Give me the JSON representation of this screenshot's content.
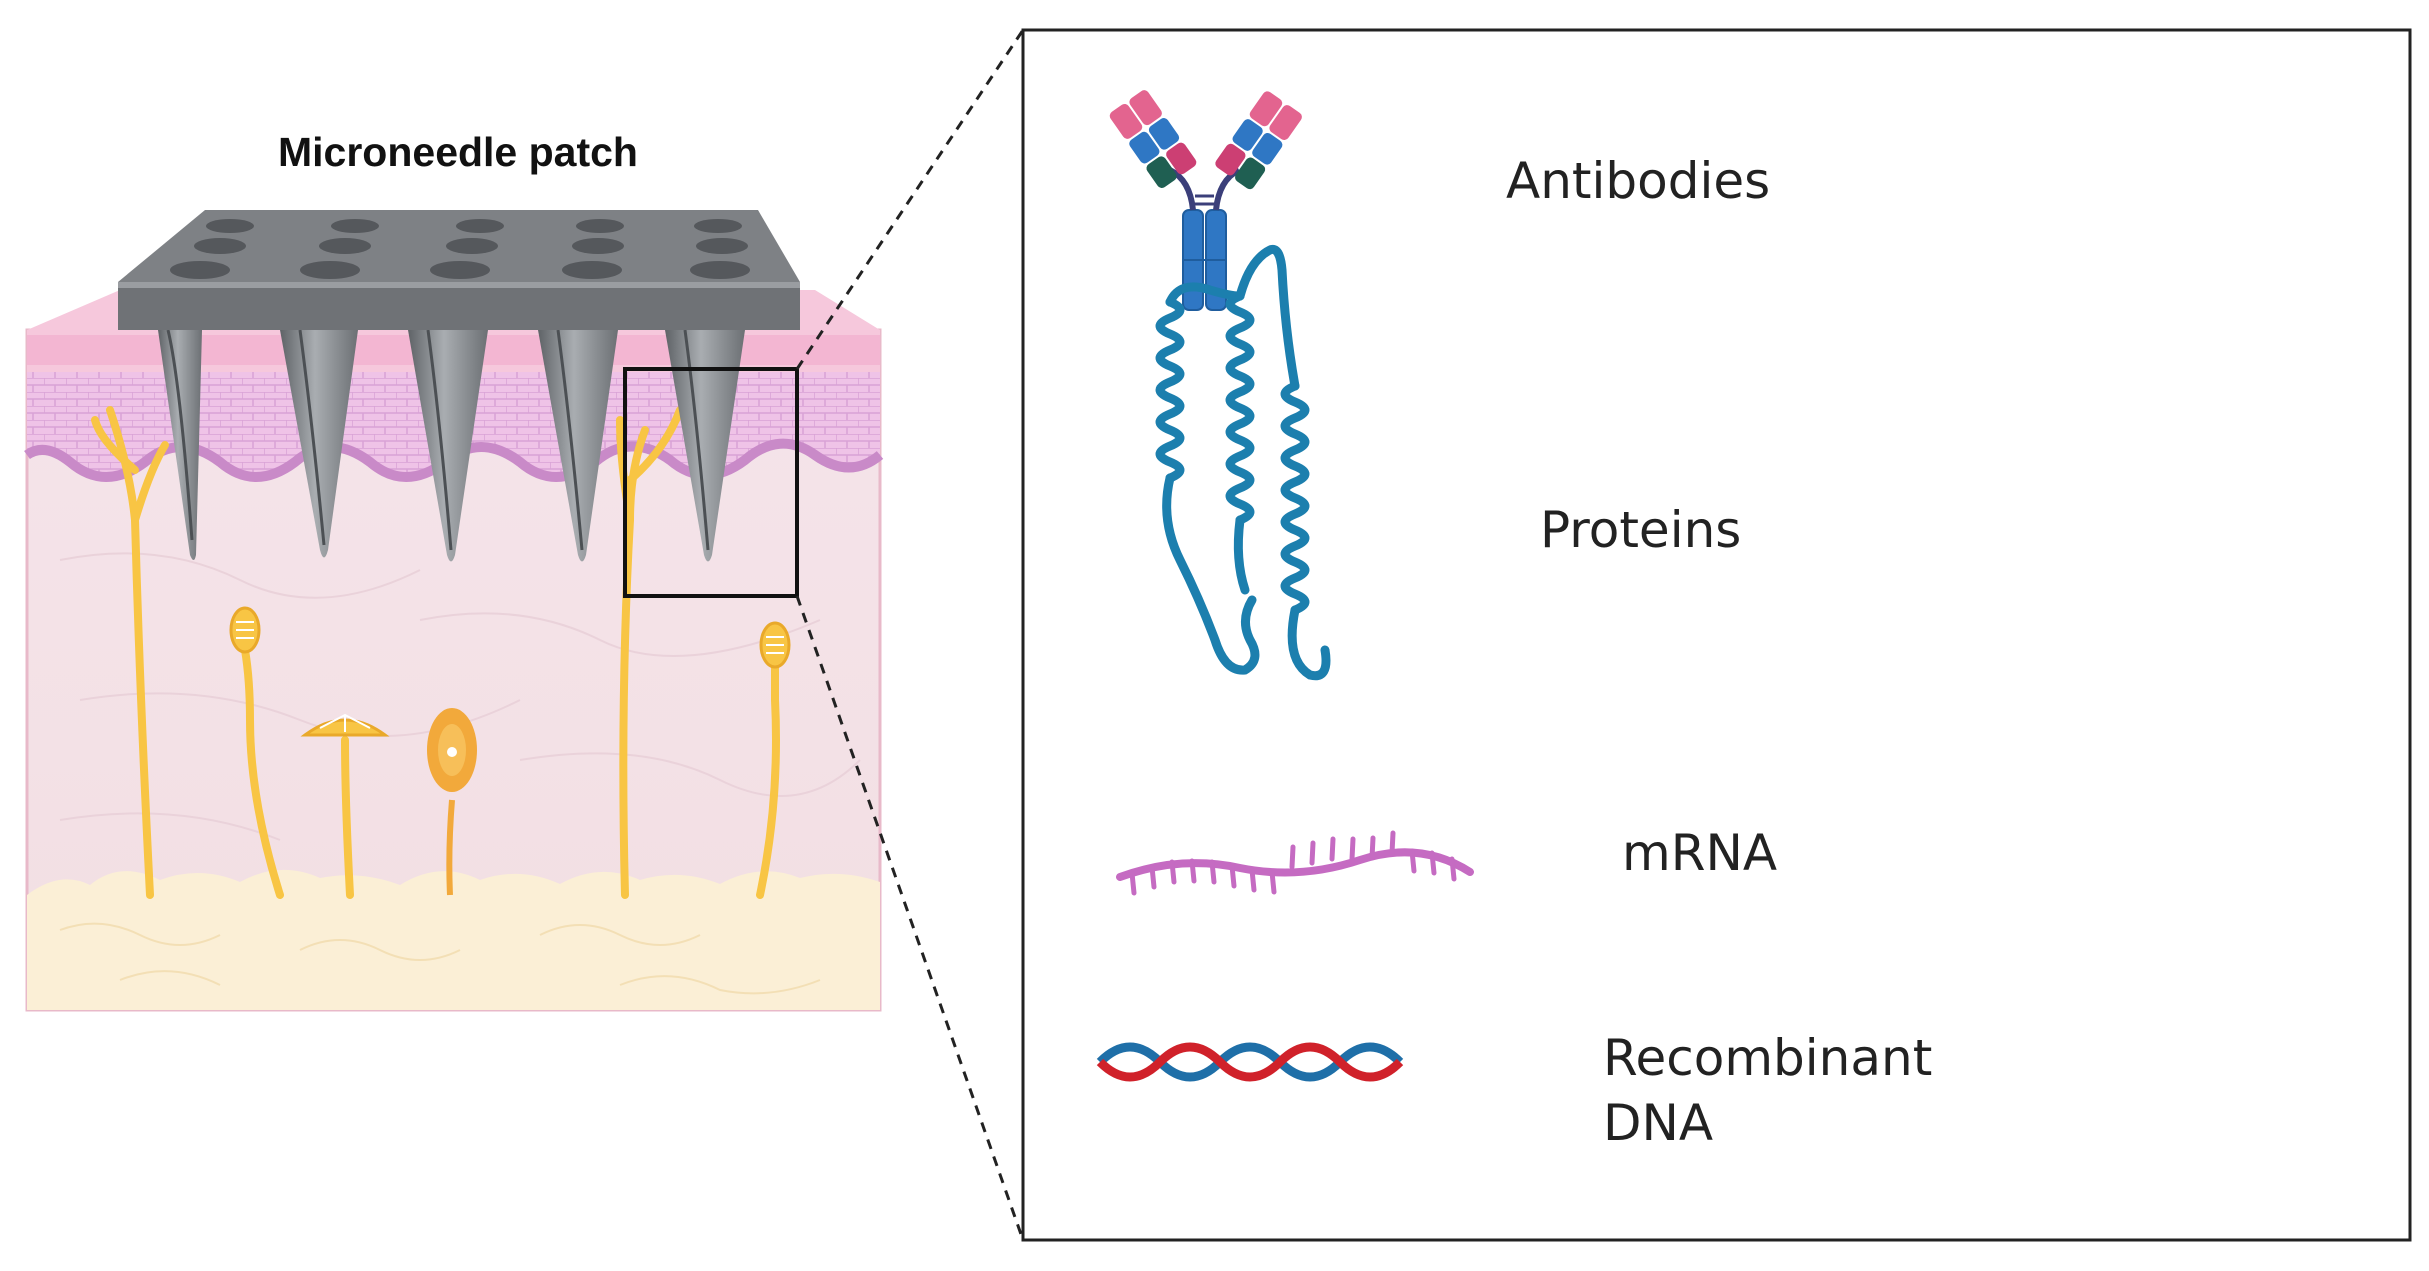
{
  "figure": {
    "patch_title": "Microneedle patch",
    "cargo_items": [
      {
        "label": "Antibodies",
        "icon": "antibody-icon"
      },
      {
        "label": "Proteins",
        "icon": "protein-icon"
      },
      {
        "label": "mRNA",
        "icon": "mrna-icon"
      },
      {
        "label_line1": "Recombinant",
        "label_line2": "DNA",
        "icon": "dna-helix-icon"
      }
    ],
    "colors": {
      "skin_surface": "#f7c6dc",
      "epidermis": "#e9b7df",
      "dermis": "#f4e2e7",
      "subcutaneous_fat": "#fbeed2",
      "needle_gray": "#7f8387",
      "nerve_yellow": "#f8c544",
      "antibody_blue": "#2f77c4",
      "antibody_pink": "#e3648f",
      "antibody_green": "#1f5f52",
      "protein_teal": "#1c7fae",
      "mrna_purple": "#c56bc2",
      "dna_red": "#d0212a",
      "dna_blue": "#1f6fa8"
    }
  }
}
